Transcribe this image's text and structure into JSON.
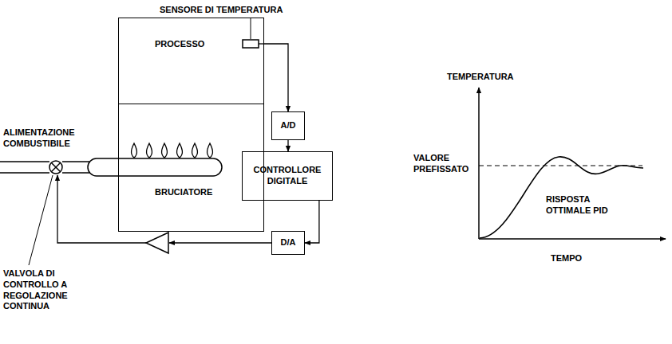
{
  "diagram": {
    "nodes": [
      {
        "text": [
          "PROCESSO"
        ]
      },
      {
        "text": [
          "BRUCIATORE"
        ]
      },
      {
        "text": [
          "A/D"
        ]
      },
      {
        "text": [
          "CONTROLLORE DIGITALE"
        ]
      },
      {
        "text": [
          "D/A"
        ]
      }
    ],
    "edges": [
      {
        "from": 0,
        "to": 2,
        "arrow": "to"
      },
      {
        "from": 2,
        "to": 3,
        "arrow": "to"
      },
      {
        "from": 3,
        "to": 4,
        "arrow": "to"
      }
    ],
    "labels": [
      "SENSORE DI TEMPERATURA",
      "ALIMENTAZIONE COMBUSTIBILE",
      "VALVOLA DI CONTROLLO A REGOLAZIONE CONTINUA",
      "TEMPERATURA",
      "VALORE PREFISSATO",
      "RISPOSTA OTTIMALE PID",
      "TEMPO"
    ]
  }
}
